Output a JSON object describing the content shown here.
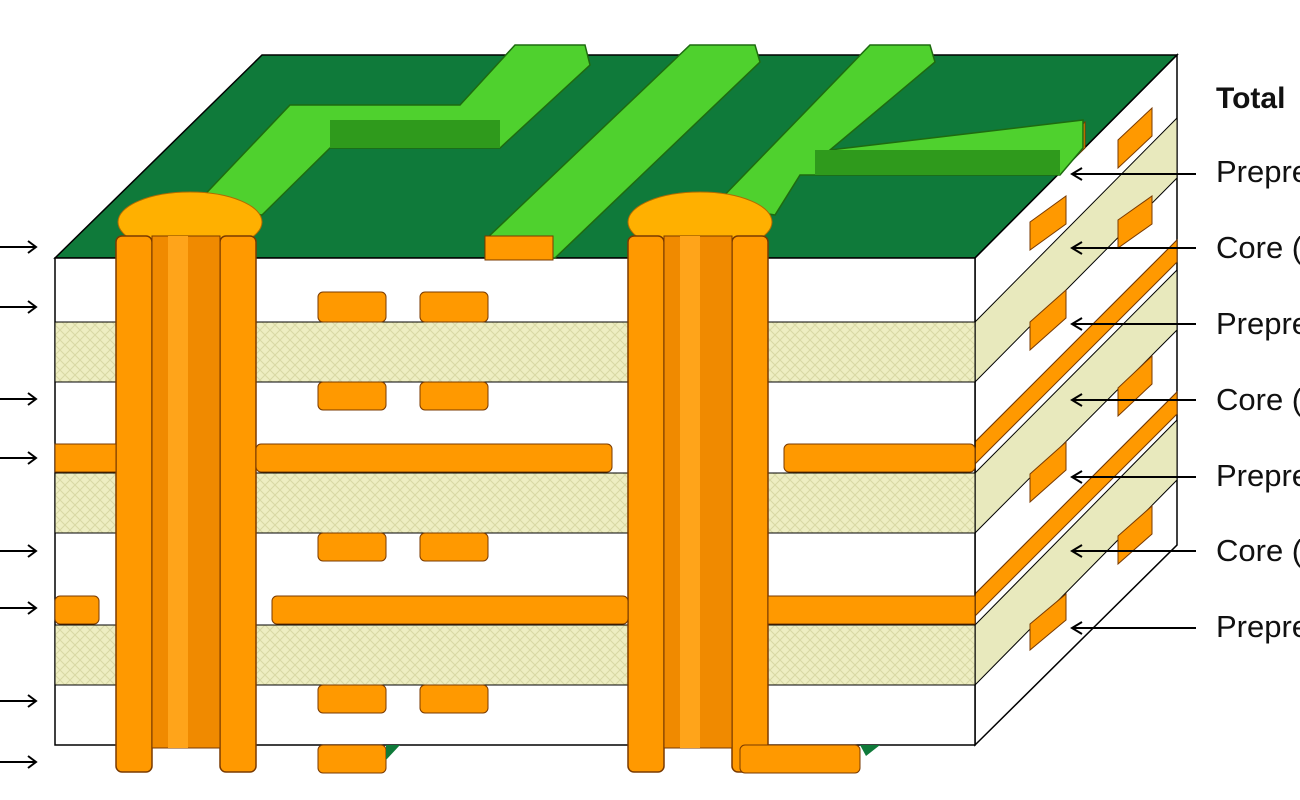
{
  "title": "Total",
  "layer_labels": [
    "Prepre",
    "Core (",
    "Prepre",
    "Core (",
    "Prepre",
    "Core (",
    "Prepre"
  ],
  "colors": {
    "board_top": "#0f7a3a",
    "trace_top": "#4fd12e",
    "trace_top_side": "#2f9a1c",
    "copper": "#ff9900",
    "copper_edge": "#7a3a00",
    "via_barrel": "#f08a00",
    "prepreg": "#f0efc8",
    "core": "#ffffff",
    "side_prepreg": "#e6e8b8",
    "line": "#000000"
  }
}
